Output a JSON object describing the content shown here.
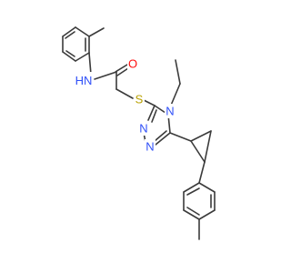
{
  "molecule": {
    "atoms": {
      "amide_nitrogen": {
        "label": "N",
        "hydrogen": "H",
        "color": "#3050f8"
      },
      "carbonyl_oxygen": {
        "label": "O",
        "color": "#ff0d0d"
      },
      "thioether_sulfur": {
        "label": "S",
        "color": "#b8a000"
      },
      "ring_nitrogen_1": {
        "label": "N",
        "color": "#3050f8"
      },
      "ring_nitrogen_2": {
        "label": "N",
        "color": "#3050f8"
      },
      "ring_nitrogen_4": {
        "label": "N",
        "color": "#3050f8"
      }
    },
    "bond_color": "#3b3b3b"
  }
}
